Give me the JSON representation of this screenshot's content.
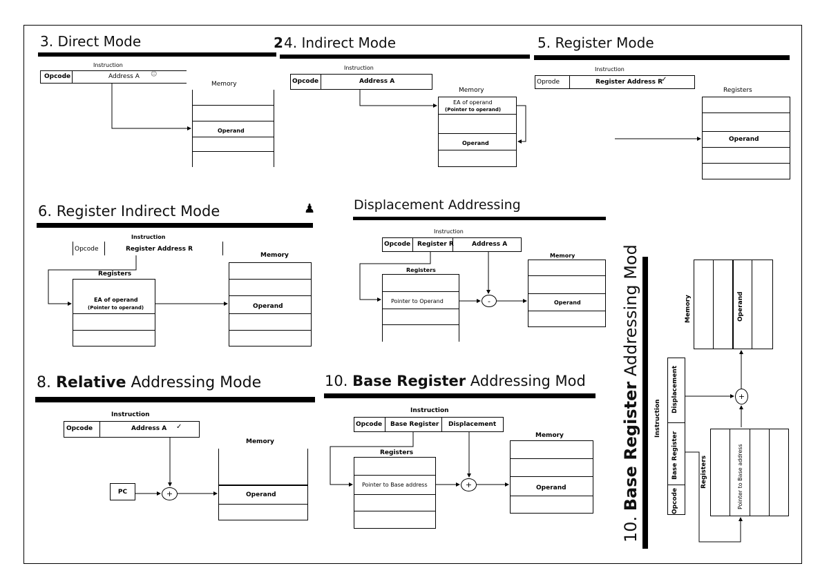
{
  "titles": {
    "direct": "3. Direct Mode",
    "indirect": "4. Indirect Mode",
    "register": "5. Register Mode",
    "reg_indirect": "6. Register Indirect Mode",
    "displacement": "Displacement Addressing",
    "relative_num": "8. ",
    "relative_bold": "Relative",
    "relative_rest": " Addressing Mode",
    "base_num": "10. ",
    "base_bold": "Base Register",
    "base_rest": " Addressing Mod",
    "base_vert_num": "10. ",
    "base_vert_bold": "Base Register",
    "base_vert_rest": " Addressing Mod"
  },
  "labels": {
    "instruction": "Instruction",
    "opcode": "Opcode",
    "opcode_typo": "Oprode",
    "address_a": "Address A",
    "register_address_r": "Register Address R",
    "memory": "Memory",
    "registers": "Registers",
    "operand": "Operand",
    "ea_of_operand": "EA of operand",
    "pointer_to_operand_paren": "(Pointer to operand)",
    "pointer_to_operand": "Pointer to Operand",
    "register_r": "Register R",
    "pc": "PC",
    "base_register": "Base Register",
    "displacement": "Displacement",
    "pointer_to_base_address": "Pointer to Base address",
    "plus": "+",
    "minus": "-"
  }
}
